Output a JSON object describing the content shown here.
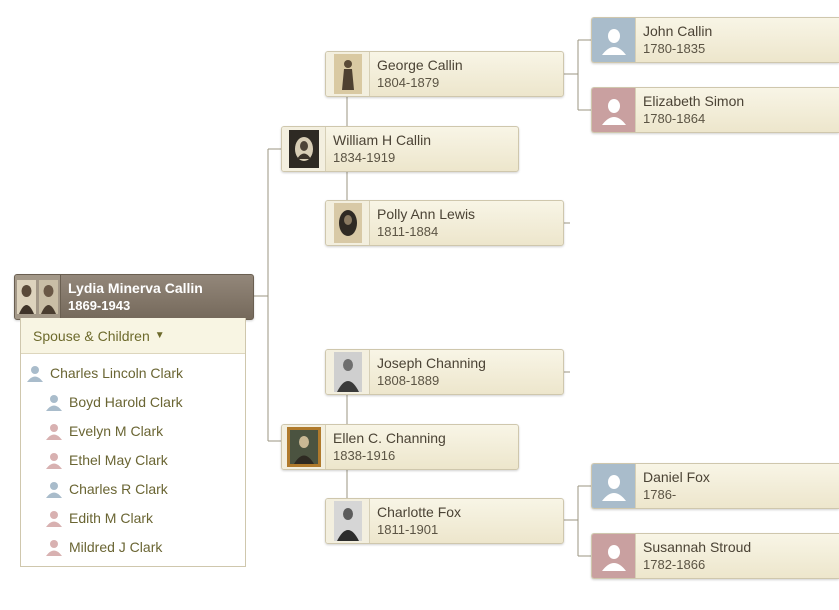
{
  "focus": {
    "name": "Lydia Minerva Callin",
    "dates": "1869-1943"
  },
  "spouse_children": {
    "label": "Spouse & Children",
    "caret": "▼",
    "spouse": {
      "name": "Charles Lincoln Clark",
      "gender": "male"
    },
    "children": [
      {
        "name": "Boyd Harold Clark",
        "gender": "male"
      },
      {
        "name": "Evelyn M Clark",
        "gender": "female"
      },
      {
        "name": "Ethel May Clark",
        "gender": "female"
      },
      {
        "name": "Charles R Clark",
        "gender": "male"
      },
      {
        "name": "Edith M Clark",
        "gender": "female"
      },
      {
        "name": "Mildred J Clark",
        "gender": "female"
      }
    ]
  },
  "parents": {
    "father": {
      "name": "William H Callin",
      "dates": "1834-1919",
      "photo": "oval-portrait-photo"
    },
    "mother": {
      "name": "Ellen C. Channing",
      "dates": "1838-1916",
      "photo": "framed-portrait-photo"
    }
  },
  "grandparents": {
    "paternal_grandfather": {
      "name": "George Callin",
      "dates": "1804-1879",
      "photo": "standing-man-photo"
    },
    "paternal_grandmother": {
      "name": "Polly Ann Lewis",
      "dates": "1811-1884",
      "photo": "oval-portrait-photo"
    },
    "maternal_grandfather": {
      "name": "Joseph Channing",
      "dates": "1808-1889",
      "photo": "bw-man-photo"
    },
    "maternal_grandmother": {
      "name": "Charlotte Fox",
      "dates": "1811-1901",
      "photo": "bw-woman-photo"
    }
  },
  "great_grandparents": {
    "john": {
      "name": "John Callin",
      "dates": "1780-1835",
      "gender": "male"
    },
    "elizabeth": {
      "name": "Elizabeth Simon",
      "dates": "1780-1864",
      "gender": "female"
    },
    "daniel": {
      "name": "Daniel Fox",
      "dates": "1786-",
      "gender": "male"
    },
    "susannah": {
      "name": "Susannah Stroud",
      "dates": "1782-1866",
      "gender": "female"
    }
  },
  "colors": {
    "male": "#a9bccb",
    "female": "#c9a0a0",
    "line": "#9b9582"
  }
}
